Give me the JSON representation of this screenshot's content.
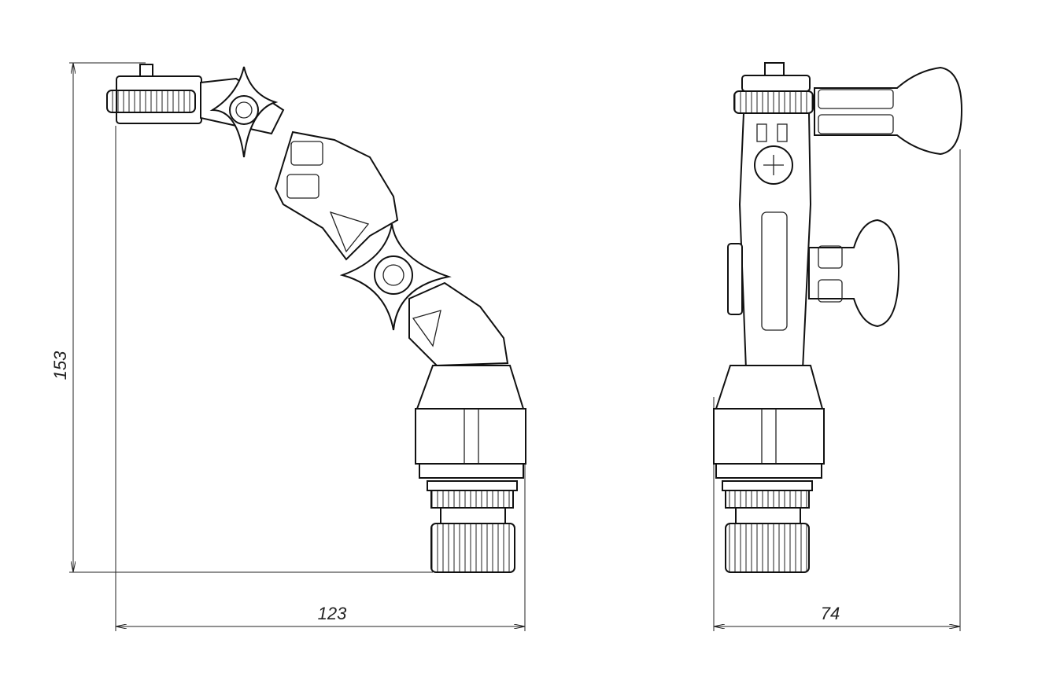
{
  "drawing": {
    "side_view": {
      "height_dimension": "153",
      "width_dimension": "123"
    },
    "front_view": {
      "width_dimension": "74"
    }
  },
  "colors": {
    "line": "#222222",
    "background": "#ffffff"
  }
}
